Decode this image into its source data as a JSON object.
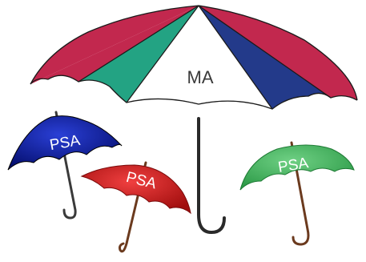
{
  "main_umbrella": {
    "label": "MA",
    "colors": {
      "red": "#c2284e",
      "teal": "#23a383",
      "white": "#ffffff",
      "navy": "#233a8a",
      "handle": "#2a2a2a",
      "label": "#3a3a3a"
    }
  },
  "small_umbrellas": [
    {
      "label": "PSA",
      "canopy": "#0a1a9c",
      "handle": "#3a3a3a",
      "label_color": "#ffffff"
    },
    {
      "label": "PSA",
      "canopy": "#cc1a1a",
      "handle": "#6b3a1e",
      "label_color": "#ffffff"
    },
    {
      "label": "PSA",
      "canopy": "#3fb35a",
      "handle": "#6b3a1e",
      "label_color": "#ffffff"
    }
  ]
}
